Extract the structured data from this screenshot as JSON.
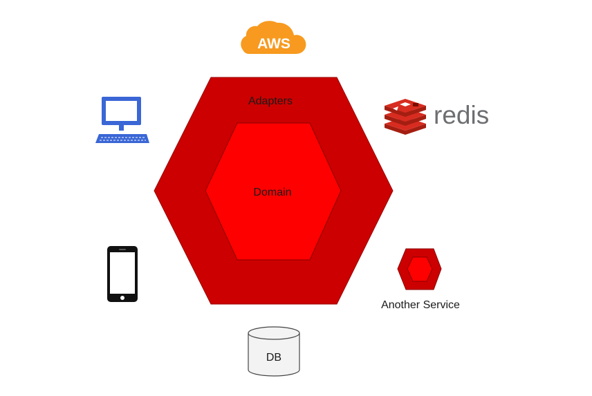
{
  "diagram": {
    "outer_hexagon": {
      "label": "Adapters",
      "color": "#cc0000"
    },
    "inner_hexagon": {
      "label": "Domain",
      "color": "#ff0000"
    },
    "nodes": {
      "aws": {
        "logo_text": "AWS",
        "icon": "aws-cloud-logo",
        "color": "#f79a1f"
      },
      "redis": {
        "logo_text": "redis",
        "icon": "redis-logo",
        "color": "#d82c20"
      },
      "desktop": {
        "icon": "desktop-computer-icon",
        "color": "#3a66d6"
      },
      "mobile": {
        "icon": "mobile-phone-icon"
      },
      "another_service": {
        "label": "Another Service",
        "icon": "service-hexagon-icon"
      },
      "database": {
        "label": "DB",
        "icon": "database-cylinder-icon"
      }
    }
  }
}
